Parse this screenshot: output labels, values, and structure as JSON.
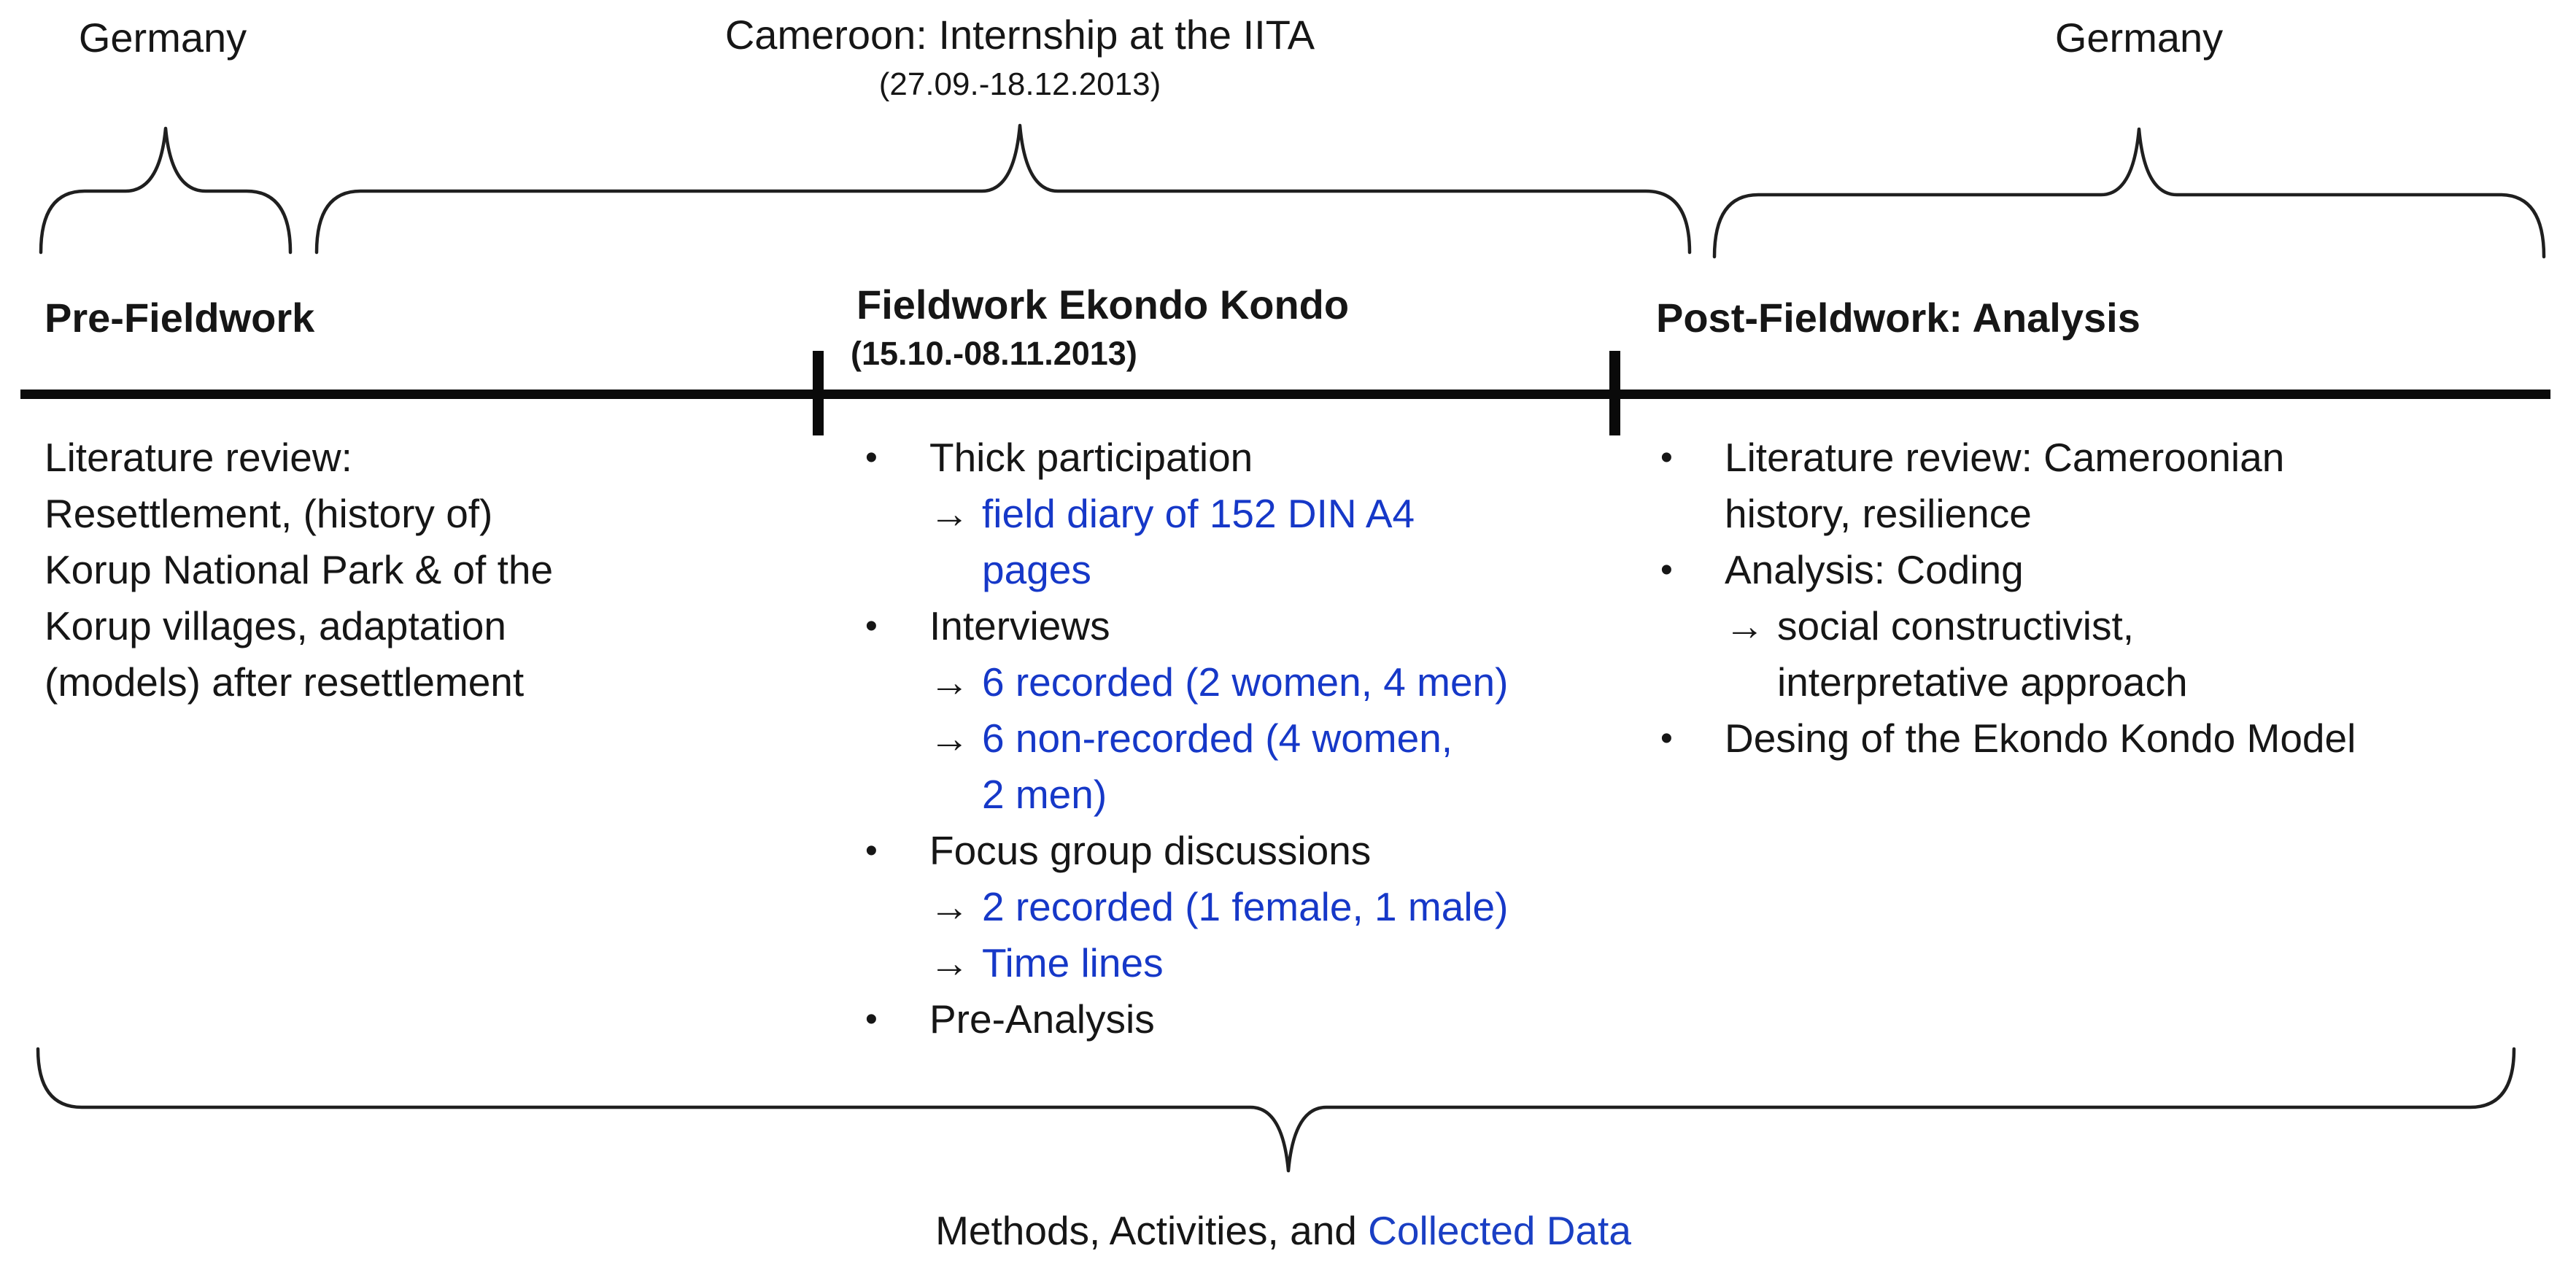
{
  "colors": {
    "ink": "#161616",
    "blue": "#1638c8",
    "caption_blue": "#1a3fc4"
  },
  "glyphs": {
    "bullet": "•",
    "arrow": "→"
  },
  "top_labels": {
    "left_location": "Germany",
    "center_location": "Cameroon: Internship at the IITA",
    "center_dates": "(27.09.-18.12.2013)",
    "right_location": "Germany"
  },
  "phases": {
    "pre": {
      "heading": "Pre-Fieldwork",
      "body": "Literature review:\nResettlement, (history of)\nKorup National Park & of the\nKorup villages, adaptation\n(models) after resettlement"
    },
    "fieldwork": {
      "heading": "Fieldwork Ekondo Kondo",
      "dates": "(15.10.-08.11.2013)",
      "items": {
        "bullet_1": "Thick participation",
        "arrow_1": "field diary of 152 DIN A4\npages",
        "bullet_2": "Interviews",
        "arrow_2": "6 recorded (2 women, 4 men)",
        "arrow_3": "6 non-recorded (4 women,\n2 men)",
        "bullet_3": "Focus group discussions",
        "arrow_4": "2 recorded (1 female, 1 male)",
        "arrow_5": "Time lines",
        "bullet_4": "Pre-Analysis"
      }
    },
    "post": {
      "heading": "Post-Fieldwork: Analysis",
      "items": {
        "bullet_1": "Literature review: Cameroonian\nhistory, resilience",
        "bullet_2": "Analysis: Coding",
        "arrow_1": "social constructivist,\ninterpretative approach",
        "bullet_3": "Desing of the Ekondo Kondo Model"
      }
    }
  },
  "caption": {
    "prefix": "Methods, Activities, and ",
    "highlight": "Collected Data"
  }
}
